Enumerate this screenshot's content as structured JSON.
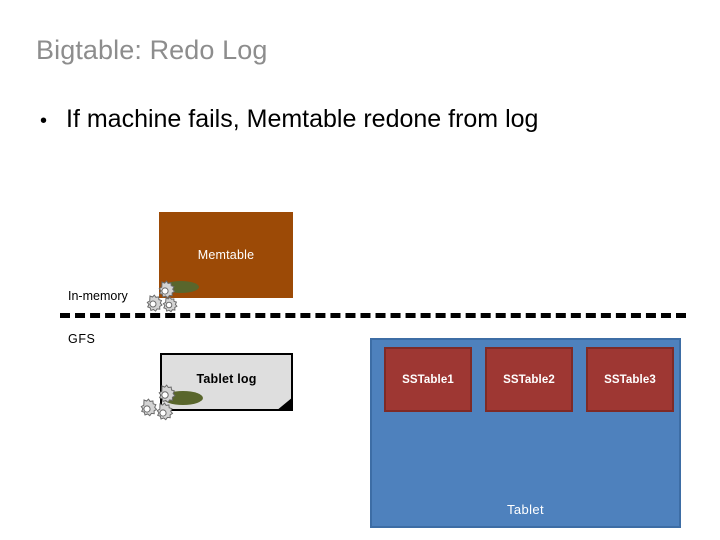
{
  "slide": {
    "title": "Bigtable: Redo Log",
    "bullet_marker": "•",
    "bullet_text": "If machine fails, Memtable redone from log",
    "title_color": "#8d8d8d",
    "body_color": "#000000"
  },
  "diagram": {
    "memtable": {
      "label": "Memtable",
      "fill": "#9c4a06",
      "text_color": "#ffffff"
    },
    "tablet_log": {
      "label": "Tablet log",
      "fill": "#dedede",
      "border": "#000000",
      "text_color": "#000000"
    },
    "zones": {
      "in_memory": "In-memory",
      "gfs": "GFS"
    },
    "separator": {
      "style": "dashed",
      "color": "#000000"
    },
    "gears": {
      "memtable_icon": "gears-icon",
      "tablet_log_icon": "gears-icon",
      "color": "#c9c9c9"
    },
    "highlights": {
      "color": "#59662c"
    },
    "tablet": {
      "label": "Tablet",
      "fill": "#4e81bd",
      "border": "#3d6da5",
      "text_color": "#ffffff",
      "sstables": [
        {
          "label": "SSTable1",
          "fill": "#9e3733",
          "border": "#7e2a26"
        },
        {
          "label": "SSTable2",
          "fill": "#9e3733",
          "border": "#7e2a26"
        },
        {
          "label": "SSTable3",
          "fill": "#9e3733",
          "border": "#7e2a26"
        }
      ]
    }
  }
}
